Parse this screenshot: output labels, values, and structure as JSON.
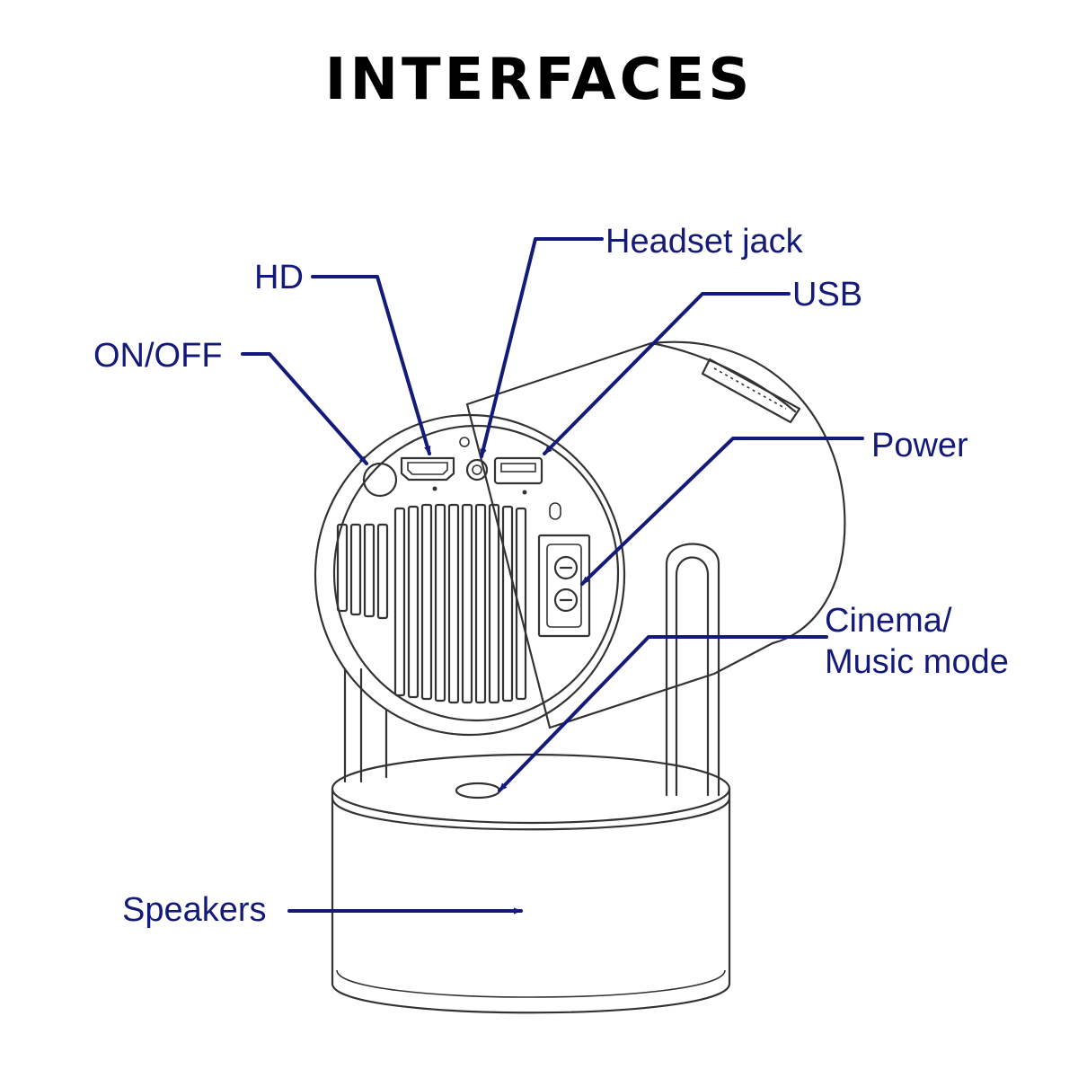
{
  "title": "INTERFACES",
  "accent_color": "#141a7a",
  "ink_color": "#333333",
  "labels": {
    "headset": "Headset jack",
    "hd": "HD",
    "usb": "USB",
    "onoff": "ON/OFF",
    "power": "Power",
    "cinema_line1": "Cinema/",
    "cinema_line2": "Music mode",
    "speakers": "Speakers"
  }
}
